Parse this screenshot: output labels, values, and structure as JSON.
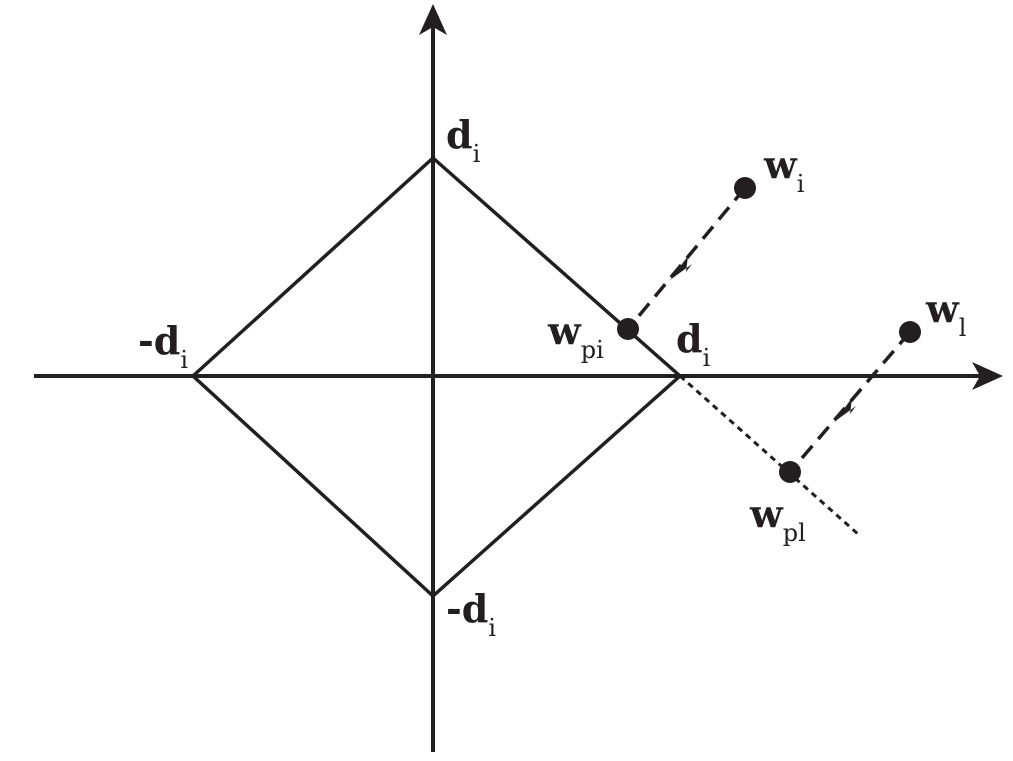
{
  "labels": {
    "d_top": {
      "base": "d",
      "sub": "i"
    },
    "d_right": {
      "base": "d",
      "sub": "i"
    },
    "d_left": {
      "base": "-d",
      "sub": "i"
    },
    "d_bottom": {
      "base": "-d",
      "sub": "i"
    },
    "w_i": {
      "base": "w",
      "sub": "i"
    },
    "w_l": {
      "base": "w",
      "sub": "l"
    },
    "w_pi": {
      "base": "w",
      "sub": "pi"
    },
    "w_pl": {
      "base": "w",
      "sub": "pl"
    }
  },
  "colors": {
    "ink": "#231f20",
    "background": "#ffffff"
  }
}
